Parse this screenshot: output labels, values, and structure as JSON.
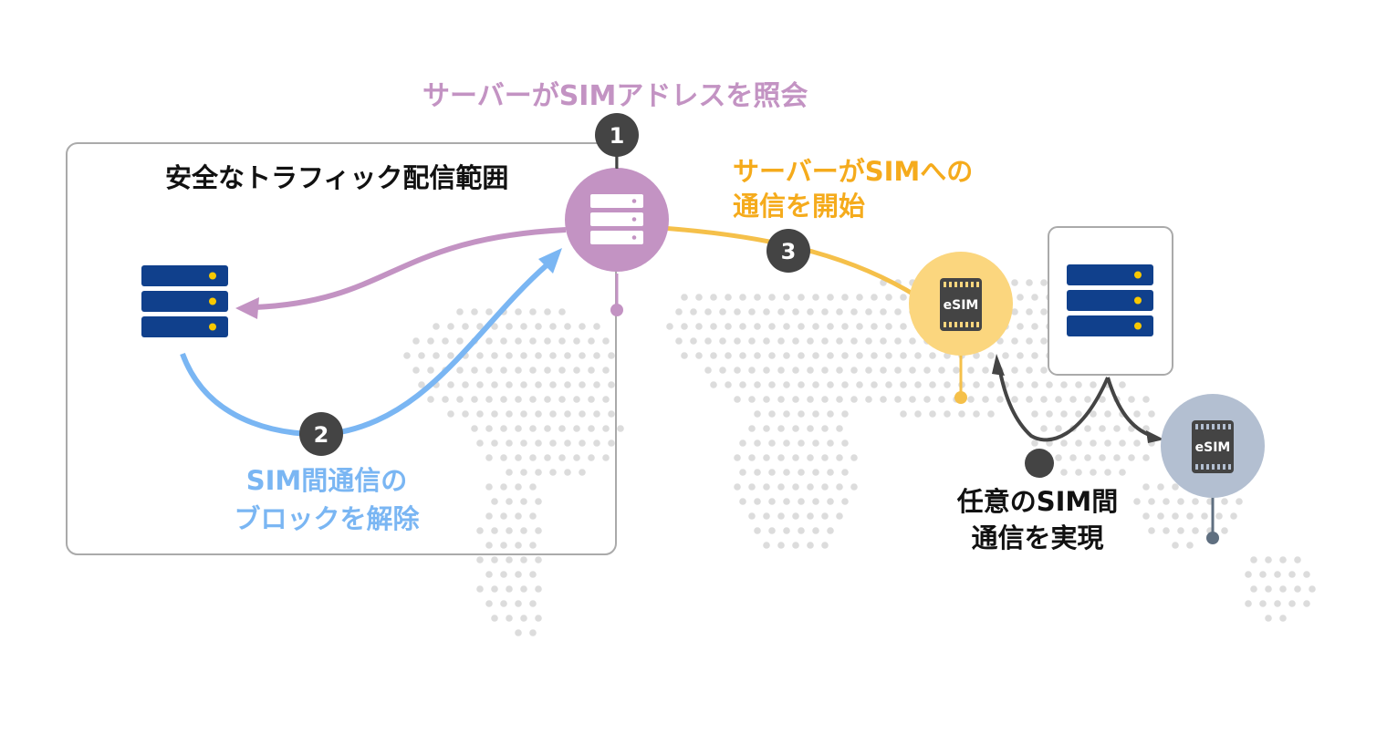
{
  "labels": {
    "step1": "サーバーがSIMアドレスを照会",
    "box_title": "安全なトラフィック配信範囲",
    "step3_line1": "サーバーがSIMへの",
    "step3_line2": "通信を開始",
    "step2_line1": "SIM間通信の",
    "step2_line2": "ブロックを解除",
    "result_line1": "任意のSIM間",
    "result_line2": "通信を実現"
  },
  "badges": {
    "one": "1",
    "two": "2",
    "three": "3"
  },
  "chips": {
    "esim_a": "eSIM",
    "esim_b": "eSIM"
  },
  "colors": {
    "purple": "#c393c3",
    "blue": "#7ab6f3",
    "orange": "#f5ab1c",
    "orange_circle": "#fbd67e",
    "navy": "#10408c",
    "dot_yellow": "#f8c800",
    "grey_circle": "#b3bfd1",
    "dark": "#444444",
    "map_dot": "#dcdcdc"
  }
}
